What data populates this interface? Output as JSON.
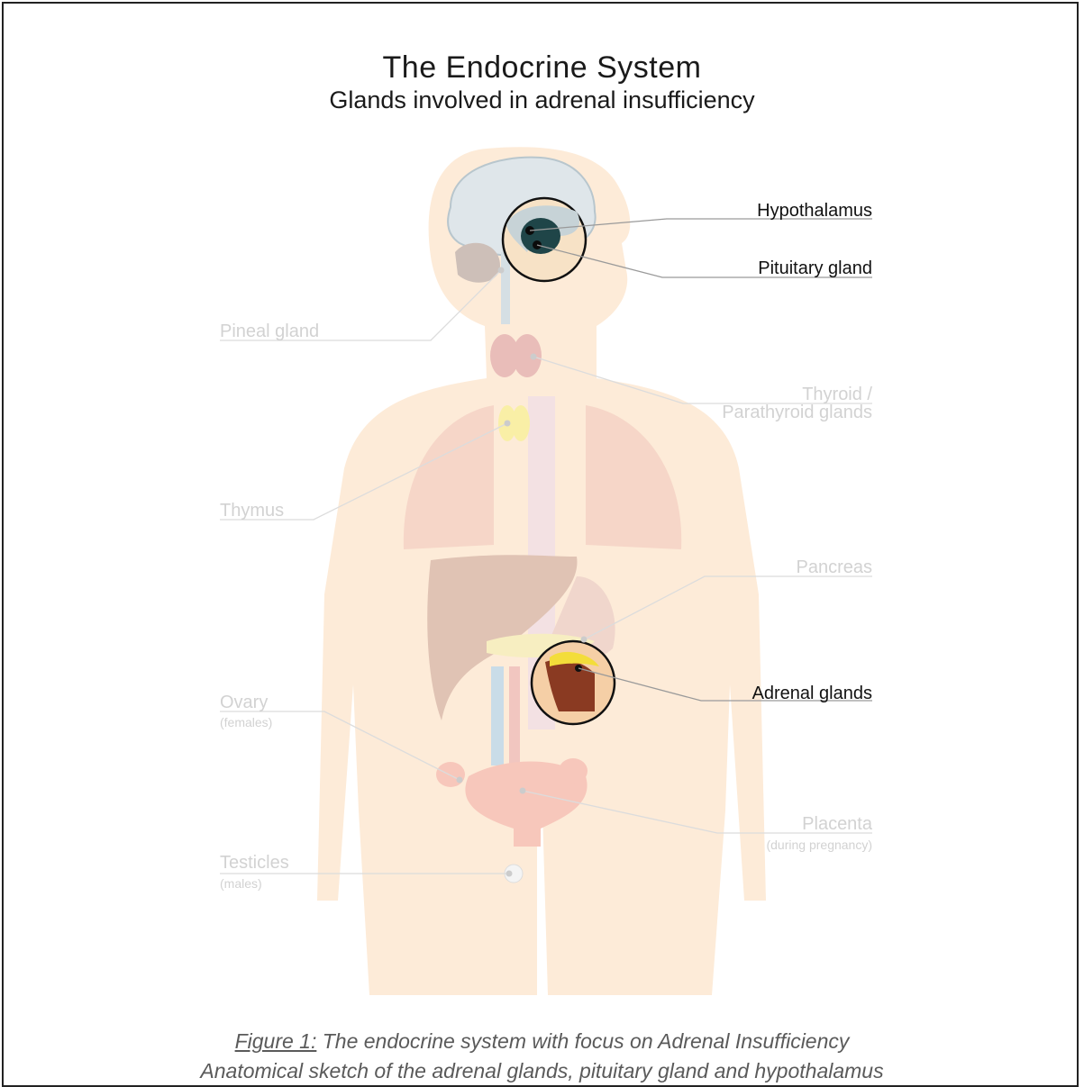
{
  "title": "The Endocrine System",
  "subtitle": "Glands involved in adrenal insufficiency",
  "labels": {
    "hypothalamus": "Hypothalamus",
    "pituitary": "Pituitary gland",
    "pineal": "Pineal gland",
    "thyroid_line1": "Thyroid /",
    "thyroid_line2": "Parathyroid glands",
    "thymus": "Thymus",
    "pancreas": "Pancreas",
    "adrenal": "Adrenal glands",
    "ovary": "Ovary",
    "ovary_note": "(females)",
    "placenta": "Placenta",
    "placenta_note": "(during pregnancy)",
    "testicles": "Testicles",
    "testicles_note": "(males)"
  },
  "caption": {
    "figure_label": "Figure 1:",
    "line1_rest": " The endocrine system with focus on Adrenal Insufficiency",
    "line2": "Anatomical sketch of the adrenal glands, pituitary gland and hypothalamus"
  },
  "colors": {
    "body": "#fdebd8",
    "highlight_text": "#111111",
    "faded_text": "#d2d2d2",
    "leader_line": "#9a9a9a"
  }
}
